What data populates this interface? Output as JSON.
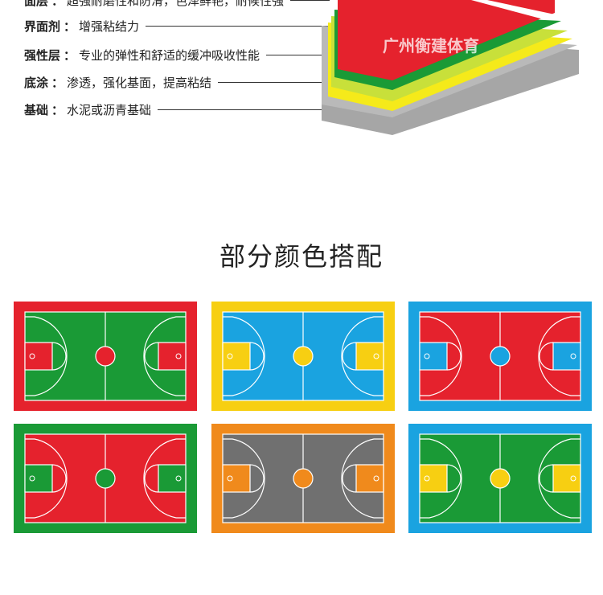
{
  "layers": [
    {
      "key": "面层",
      "value": "超强耐磨性和防滑，色泽鲜艳，耐候性强"
    },
    {
      "key": "界面剂",
      "value": "增强粘结力"
    },
    {
      "key": "强性层",
      "value": "专业的弹性和舒适的缓冲吸收性能"
    },
    {
      "key": "底涂",
      "value": "渗透，强化基面，提高粘结"
    },
    {
      "key": "基础",
      "value": "水泥或沥青基础"
    }
  ],
  "separator": "：",
  "watermark": "广州衡建体育",
  "layer_colors": {
    "surface": "#e5222d",
    "stripe": "#ffffff",
    "green": "#1a9a36",
    "yellow_green": "#c8e03a",
    "yellow": "#f5ea1a",
    "base": "#b9b9b9"
  },
  "section_title": "部分颜色搭配",
  "courts": [
    {
      "border": "#e5222d",
      "field": "#1a9a36",
      "key": "#e5222d",
      "circle": "#e5222d"
    },
    {
      "border": "#f7cf12",
      "field": "#1aa3e0",
      "key": "#f7cf12",
      "circle": "#f7cf12"
    },
    {
      "border": "#1aa3e0",
      "field": "#e5222d",
      "key": "#1aa3e0",
      "circle": "#1aa3e0"
    },
    {
      "border": "#1a9a36",
      "field": "#e5222d",
      "key": "#1a9a36",
      "circle": "#1a9a36"
    },
    {
      "border": "#f08a1c",
      "field": "#707070",
      "key": "#f08a1c",
      "circle": "#f08a1c"
    },
    {
      "border": "#1aa3e0",
      "field": "#1a9a36",
      "key": "#f7cf12",
      "circle": "#f7cf12"
    }
  ]
}
